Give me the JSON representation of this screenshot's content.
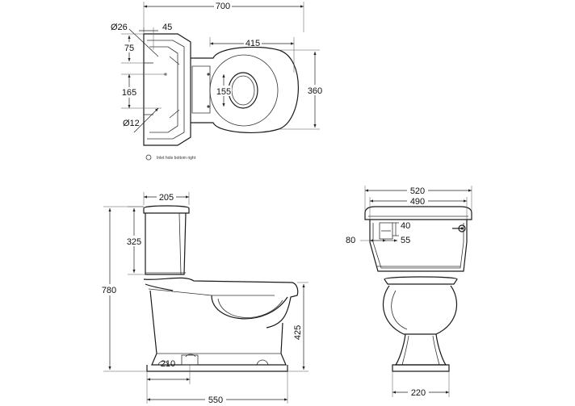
{
  "top_view": {
    "overall_width": "700",
    "inlet_diameter": "Ø26",
    "inlet_offset_x": "45",
    "inlet_offset_y": "75",
    "seat_width": "415",
    "overall_depth": "360",
    "fixing_spacing": "155",
    "tank_spacing": "165",
    "fixing_hole_diameter": "Ø12",
    "legend_note": "Inlet hole bottom right"
  },
  "side_view": {
    "tank_depth": "205",
    "tank_height": "325",
    "overall_height": "780",
    "seat_height": "425",
    "outlet_offset": "210",
    "overall_length": "550"
  },
  "front_view": {
    "tank_outer_width": "520",
    "tank_inner_width": "490",
    "inlet_height": "40",
    "inlet_left": "80",
    "inlet_right": "55",
    "pedestal_width": "220"
  }
}
